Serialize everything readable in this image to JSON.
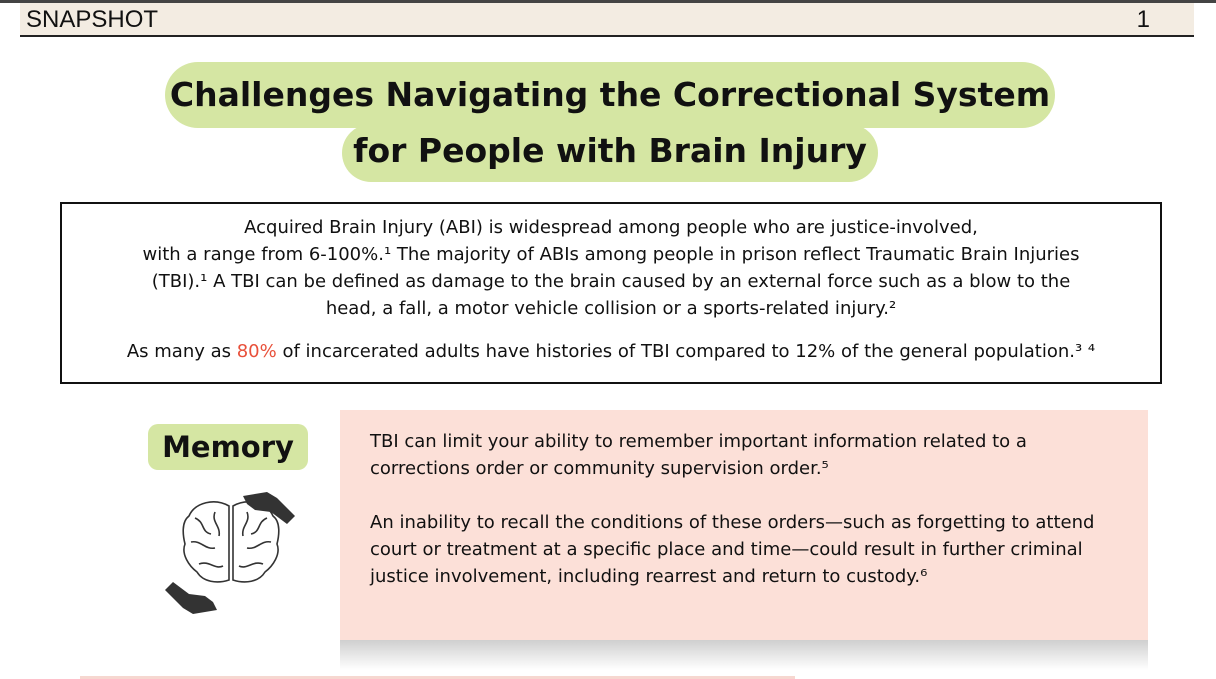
{
  "header": {
    "label": "SNAPSHOT",
    "page_number": "1"
  },
  "title": {
    "line1": "Challenges Navigating the Correctional System",
    "line2": "for People with Brain Injury"
  },
  "intro": {
    "paragraph1": [
      "Acquired Brain Injury (ABI) is widespread among people who are justice-involved,",
      "with a range from 6-100%.¹ The majority of ABIs among people in prison reflect Traumatic Brain Injuries",
      "(TBI).¹ A TBI can be defined as damage to the brain caused by an external force such as a blow to the",
      "head, a fall, a motor vehicle collision or a sports-related injury.²"
    ],
    "stat_before": "As many as ",
    "stat_highlight": "80%",
    "stat_after": " of incarcerated adults have histories of TBI compared to 12% of the general population.³ ⁴",
    "highlight_color": "#e8503a"
  },
  "memory": {
    "heading": "Memory",
    "icon": "brain-hands-icon",
    "paragraph1": "TBI can limit your ability to remember important information related to a corrections order or community supervision order.⁵",
    "paragraph2": "An inability to recall the conditions of these orders—such as forgetting to attend court or treatment at a specific place and time—could result in further criminal justice involvement, including rearrest and return to custody.⁶"
  }
}
